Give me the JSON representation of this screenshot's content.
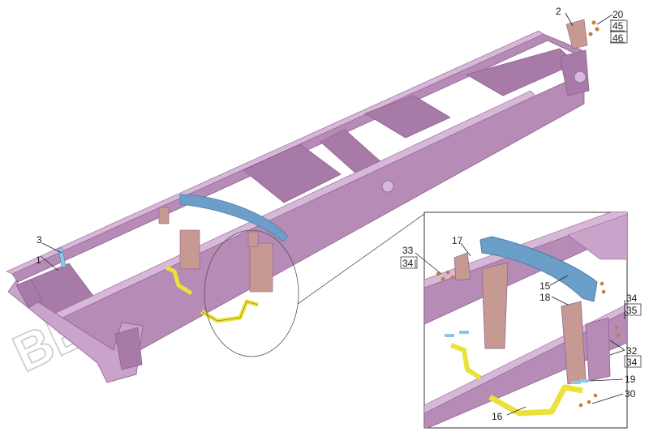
{
  "watermark": {
    "text": "ВЕКТОР-ДЕТАЛЬ",
    "color": "#c9c9c9"
  },
  "colors": {
    "frame": "#b68bb6",
    "frame_dark": "#8e6390",
    "frame_light": "#d8b8d8",
    "crossmember": "#6c9fc8",
    "cross_dark": "#4d7ea9",
    "yellow": "#ece13a",
    "bracket": "#c69a92",
    "bolt": "#c87d3c",
    "plate": "#8ec6ea"
  },
  "callouts": {
    "main": [
      {
        "id": "c1",
        "label": "1"
      },
      {
        "id": "c2",
        "label": "2"
      },
      {
        "id": "c3",
        "label": "3"
      },
      {
        "id": "c20",
        "label": "20"
      },
      {
        "id": "c45",
        "label": "45"
      },
      {
        "id": "c46",
        "label": "46"
      }
    ],
    "detail": [
      {
        "id": "c15",
        "label": "15"
      },
      {
        "id": "c16",
        "label": "16"
      },
      {
        "id": "c17",
        "label": "17"
      },
      {
        "id": "c18",
        "label": "18"
      },
      {
        "id": "c19",
        "label": "19"
      },
      {
        "id": "c30",
        "label": "30"
      },
      {
        "id": "c32",
        "label": "32"
      },
      {
        "id": "c33",
        "label": "33"
      },
      {
        "id": "c34a",
        "label": "34"
      },
      {
        "id": "c34b",
        "label": "34"
      },
      {
        "id": "c34c",
        "label": "34"
      },
      {
        "id": "c35",
        "label": "35"
      }
    ]
  }
}
